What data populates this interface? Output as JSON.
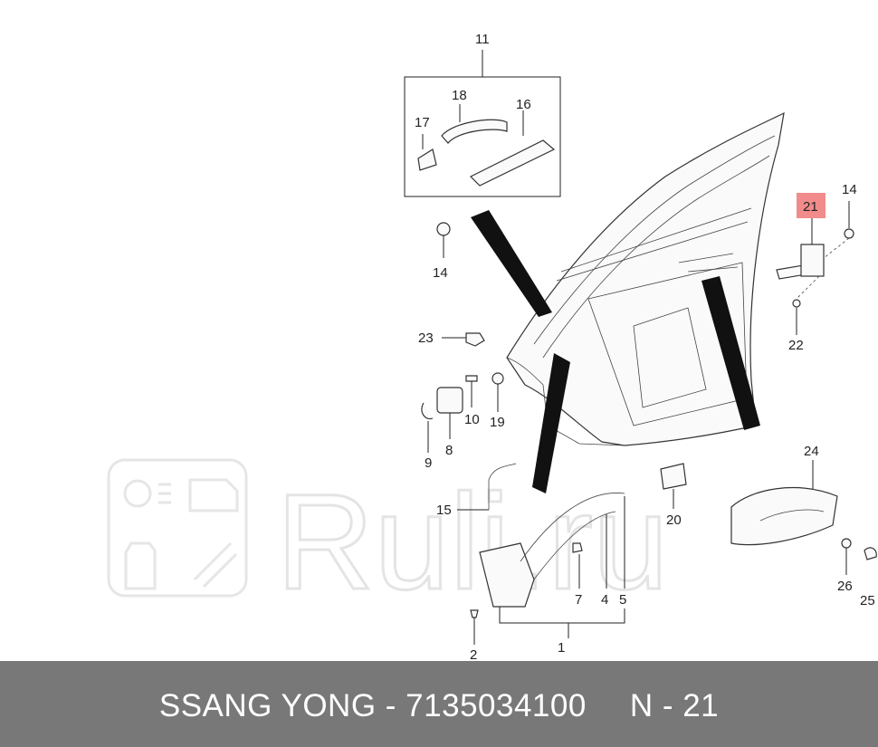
{
  "watermark": {
    "text": "Ruli.ru"
  },
  "callouts": [
    {
      "id": "c11",
      "label": "11"
    },
    {
      "id": "c18",
      "label": "18"
    },
    {
      "id": "c16",
      "label": "16"
    },
    {
      "id": "c17",
      "label": "17"
    },
    {
      "id": "c14a",
      "label": "14"
    },
    {
      "id": "c14b",
      "label": "14"
    },
    {
      "id": "c21",
      "label": "21",
      "highlighted": true,
      "highlight_color": "#f28b8b"
    },
    {
      "id": "c22",
      "label": "22"
    },
    {
      "id": "c23",
      "label": "23"
    },
    {
      "id": "c10",
      "label": "10"
    },
    {
      "id": "c19",
      "label": "19"
    },
    {
      "id": "c9",
      "label": "9"
    },
    {
      "id": "c8",
      "label": "8"
    },
    {
      "id": "c15",
      "label": "15"
    },
    {
      "id": "c20",
      "label": "20"
    },
    {
      "id": "c24",
      "label": "24"
    },
    {
      "id": "c26",
      "label": "26"
    },
    {
      "id": "c25",
      "label": "25"
    },
    {
      "id": "c7",
      "label": "7"
    },
    {
      "id": "c4",
      "label": "4"
    },
    {
      "id": "c5",
      "label": "5"
    },
    {
      "id": "c2",
      "label": "2"
    },
    {
      "id": "c1",
      "label": "1"
    }
  ],
  "footer": {
    "brand": "SSANG YONG",
    "separator": " - ",
    "part_number": "7135034100",
    "position": "N - 21",
    "background_color": "#787878"
  }
}
